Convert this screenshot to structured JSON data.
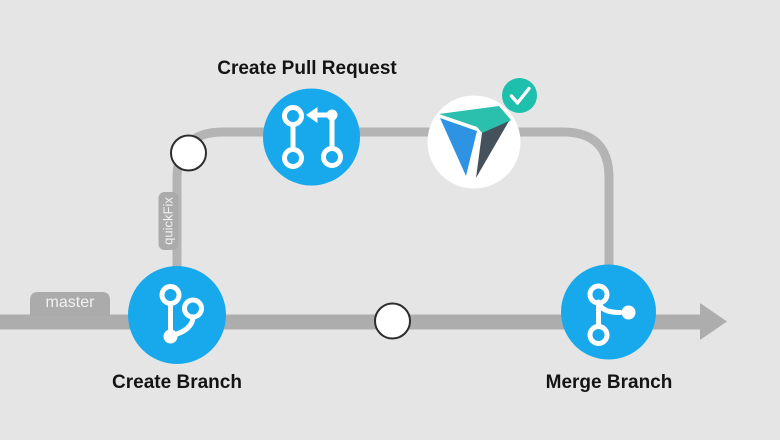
{
  "steps": {
    "create_branch": {
      "label": "Create Branch"
    },
    "create_pull_request": {
      "label": "Create Pull Request"
    },
    "merge_branch": {
      "label": "Merge Branch"
    }
  },
  "branches": {
    "master": {
      "label": "master"
    },
    "quickfix": {
      "label": "quickFix"
    }
  },
  "icons": [
    "git-branch-icon",
    "pull-request-icon",
    "git-merge-icon",
    "check-icon",
    "app-logo-mark",
    "arrowhead-icon"
  ],
  "colors": {
    "background": "#e6e5e5",
    "master_line": "#adadad",
    "branch_line": "#b4b4b4",
    "tag_fill": "#ababab",
    "tag_text": "#f2f2f2",
    "node_fill": "#18a8ec",
    "icon": "#ffffff",
    "commit_fill": "#ffffff",
    "commit_stroke": "#2d2d2d",
    "badge": "#1fbfad",
    "label_text": "#141414",
    "logo_teal": "#2bc0ae",
    "logo_blue": "#2e93e3",
    "logo_dark": "#45525c"
  }
}
